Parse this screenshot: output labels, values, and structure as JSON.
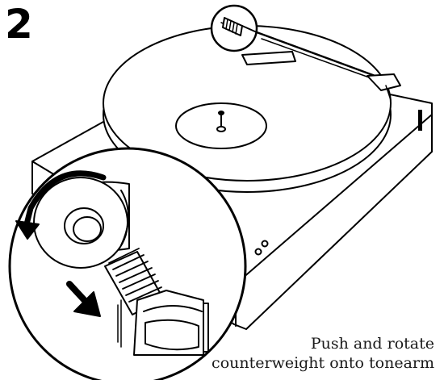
{
  "step": {
    "number": "2"
  },
  "caption": {
    "line1": "Push and rotate",
    "line2": "counterweight onto tonearm"
  },
  "colors": {
    "ink": "#000000",
    "paper": "#ffffff"
  }
}
